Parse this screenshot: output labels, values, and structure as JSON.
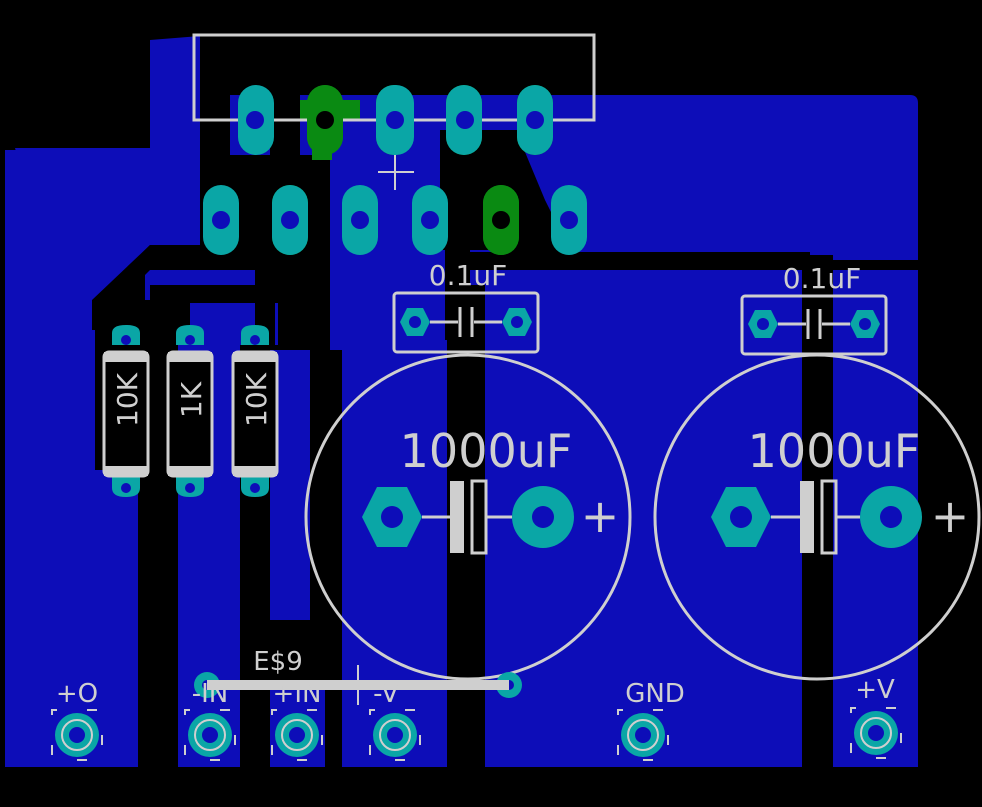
{
  "colors": {
    "background": "#000000",
    "copper_pour": "#0d0db8",
    "top_copper": "#0a8a12",
    "pad": "#0aa6a6",
    "silkscreen": "#cfcfcf"
  },
  "components": {
    "cap_small_1": {
      "value": "0.1uF"
    },
    "cap_small_2": {
      "value": "0.1uF"
    },
    "cap_big_1": {
      "value": "1000uF",
      "polarity": "+"
    },
    "cap_big_2": {
      "value": "1000uF",
      "polarity": "+"
    },
    "res_1": {
      "value": "10K"
    },
    "res_2": {
      "value": "1K"
    },
    "res_3": {
      "value": "10K"
    },
    "jumper": {
      "name": "E$9"
    }
  },
  "terminals": {
    "out_pos": "+O",
    "in_neg": "-IN",
    "in_pos": "+IN",
    "v_neg": "-V",
    "gnd": "GND",
    "v_pos": "+V"
  }
}
